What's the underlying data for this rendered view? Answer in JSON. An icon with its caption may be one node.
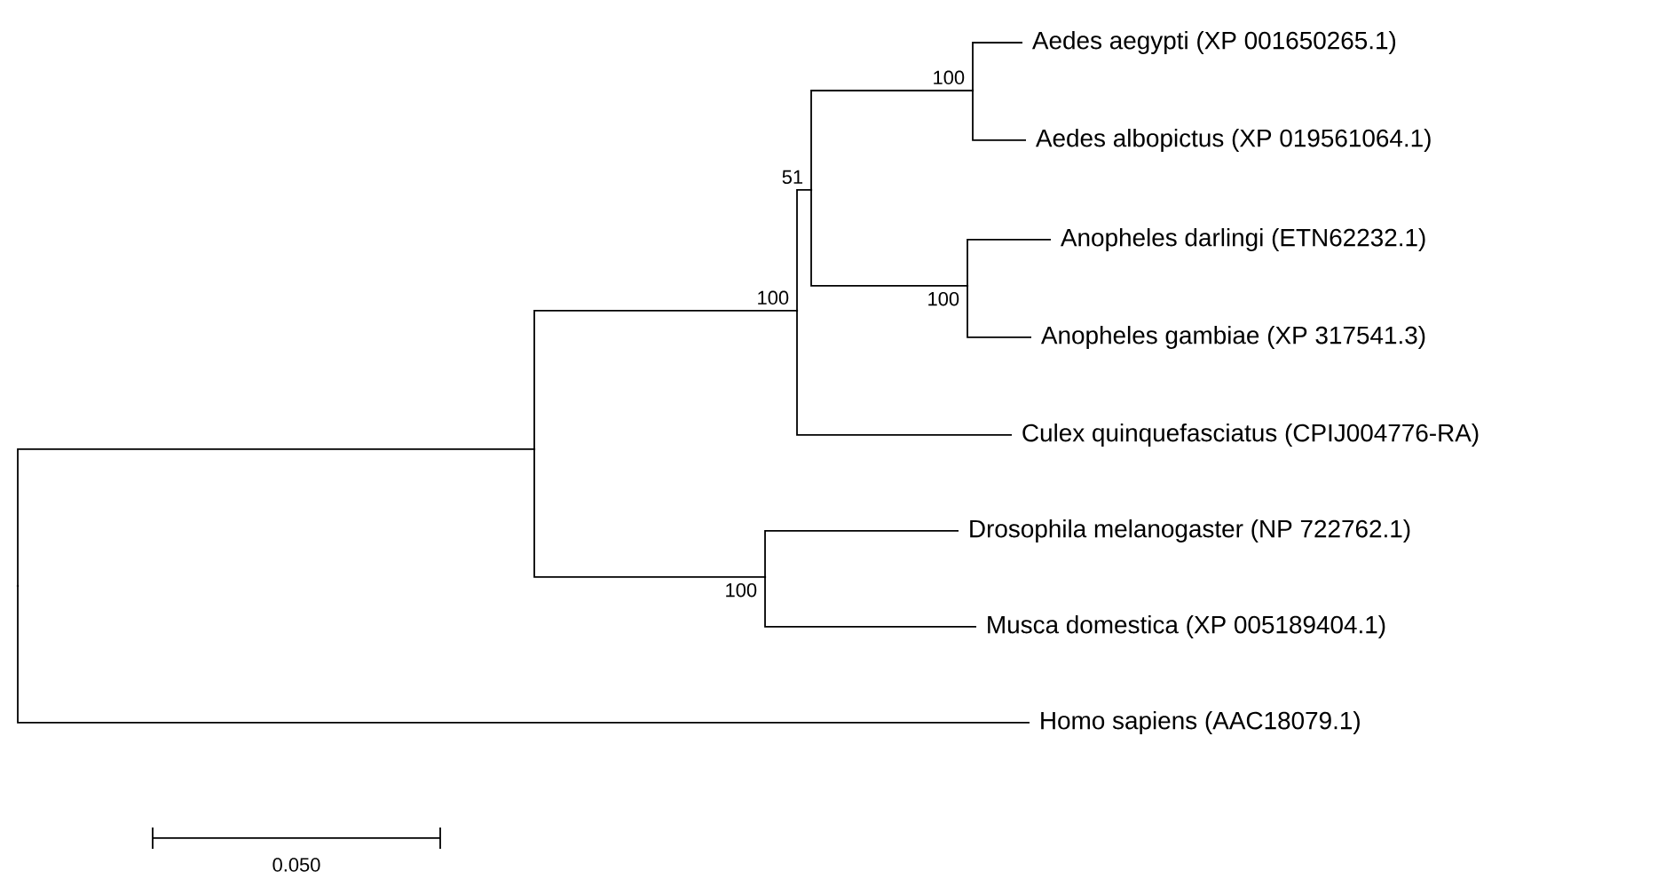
{
  "diagram": {
    "nodes": [
      {
        "text": [
          "Aedes aegypti (XP 001650265.1)"
        ]
      },
      {
        "text": [
          "Aedes albopictus (XP 019561064.1)"
        ]
      },
      {
        "text": [
          "Anopheles darlingi (ETN62232.1)"
        ]
      },
      {
        "text": [
          "Anopheles gambiae (XP 317541.3)"
        ]
      },
      {
        "text": [
          "Culex quinquefasciatus (CPIJ004776-RA)"
        ]
      },
      {
        "text": [
          "Drosophila melanogaster (NP 722762.1)"
        ]
      },
      {
        "text": [
          "Musca domestica (XP 005189404.1)"
        ]
      },
      {
        "text": [
          "Homo sapiens (AAC18079.1)"
        ]
      },
      {
        "text": [],
        "shape": "point"
      },
      {
        "text": [],
        "shape": "point"
      },
      {
        "text": [],
        "shape": "point"
      },
      {
        "text": [],
        "shape": "point"
      },
      {
        "text": [],
        "shape": "point"
      },
      {
        "text": [],
        "shape": "point"
      },
      {
        "text": [],
        "shape": "point"
      }
    ],
    "edges": [
      {
        "from": 8,
        "to": 9,
        "arrow": "none"
      },
      {
        "from": 8,
        "to": 7,
        "arrow": "none"
      },
      {
        "from": 9,
        "to": 11,
        "arrow": "none",
        "label": "100"
      },
      {
        "from": 9,
        "to": 10,
        "arrow": "none",
        "label": "100"
      },
      {
        "from": 11,
        "to": 12,
        "arrow": "none",
        "label": "51"
      },
      {
        "from": 11,
        "to": 4,
        "arrow": "none"
      },
      {
        "from": 12,
        "to": 14,
        "arrow": "none",
        "label": "100"
      },
      {
        "from": 12,
        "to": 13,
        "arrow": "none",
        "label": "100"
      },
      {
        "from": 14,
        "to": 0,
        "arrow": "none"
      },
      {
        "from": 14,
        "to": 1,
        "arrow": "none"
      },
      {
        "from": 13,
        "to": 2,
        "arrow": "none"
      },
      {
        "from": 13,
        "to": 3,
        "arrow": "none"
      },
      {
        "from": 10,
        "to": 5,
        "arrow": "none"
      },
      {
        "from": 10,
        "to": 6,
        "arrow": "none"
      }
    ],
    "labels": [
      "0.050"
    ]
  }
}
